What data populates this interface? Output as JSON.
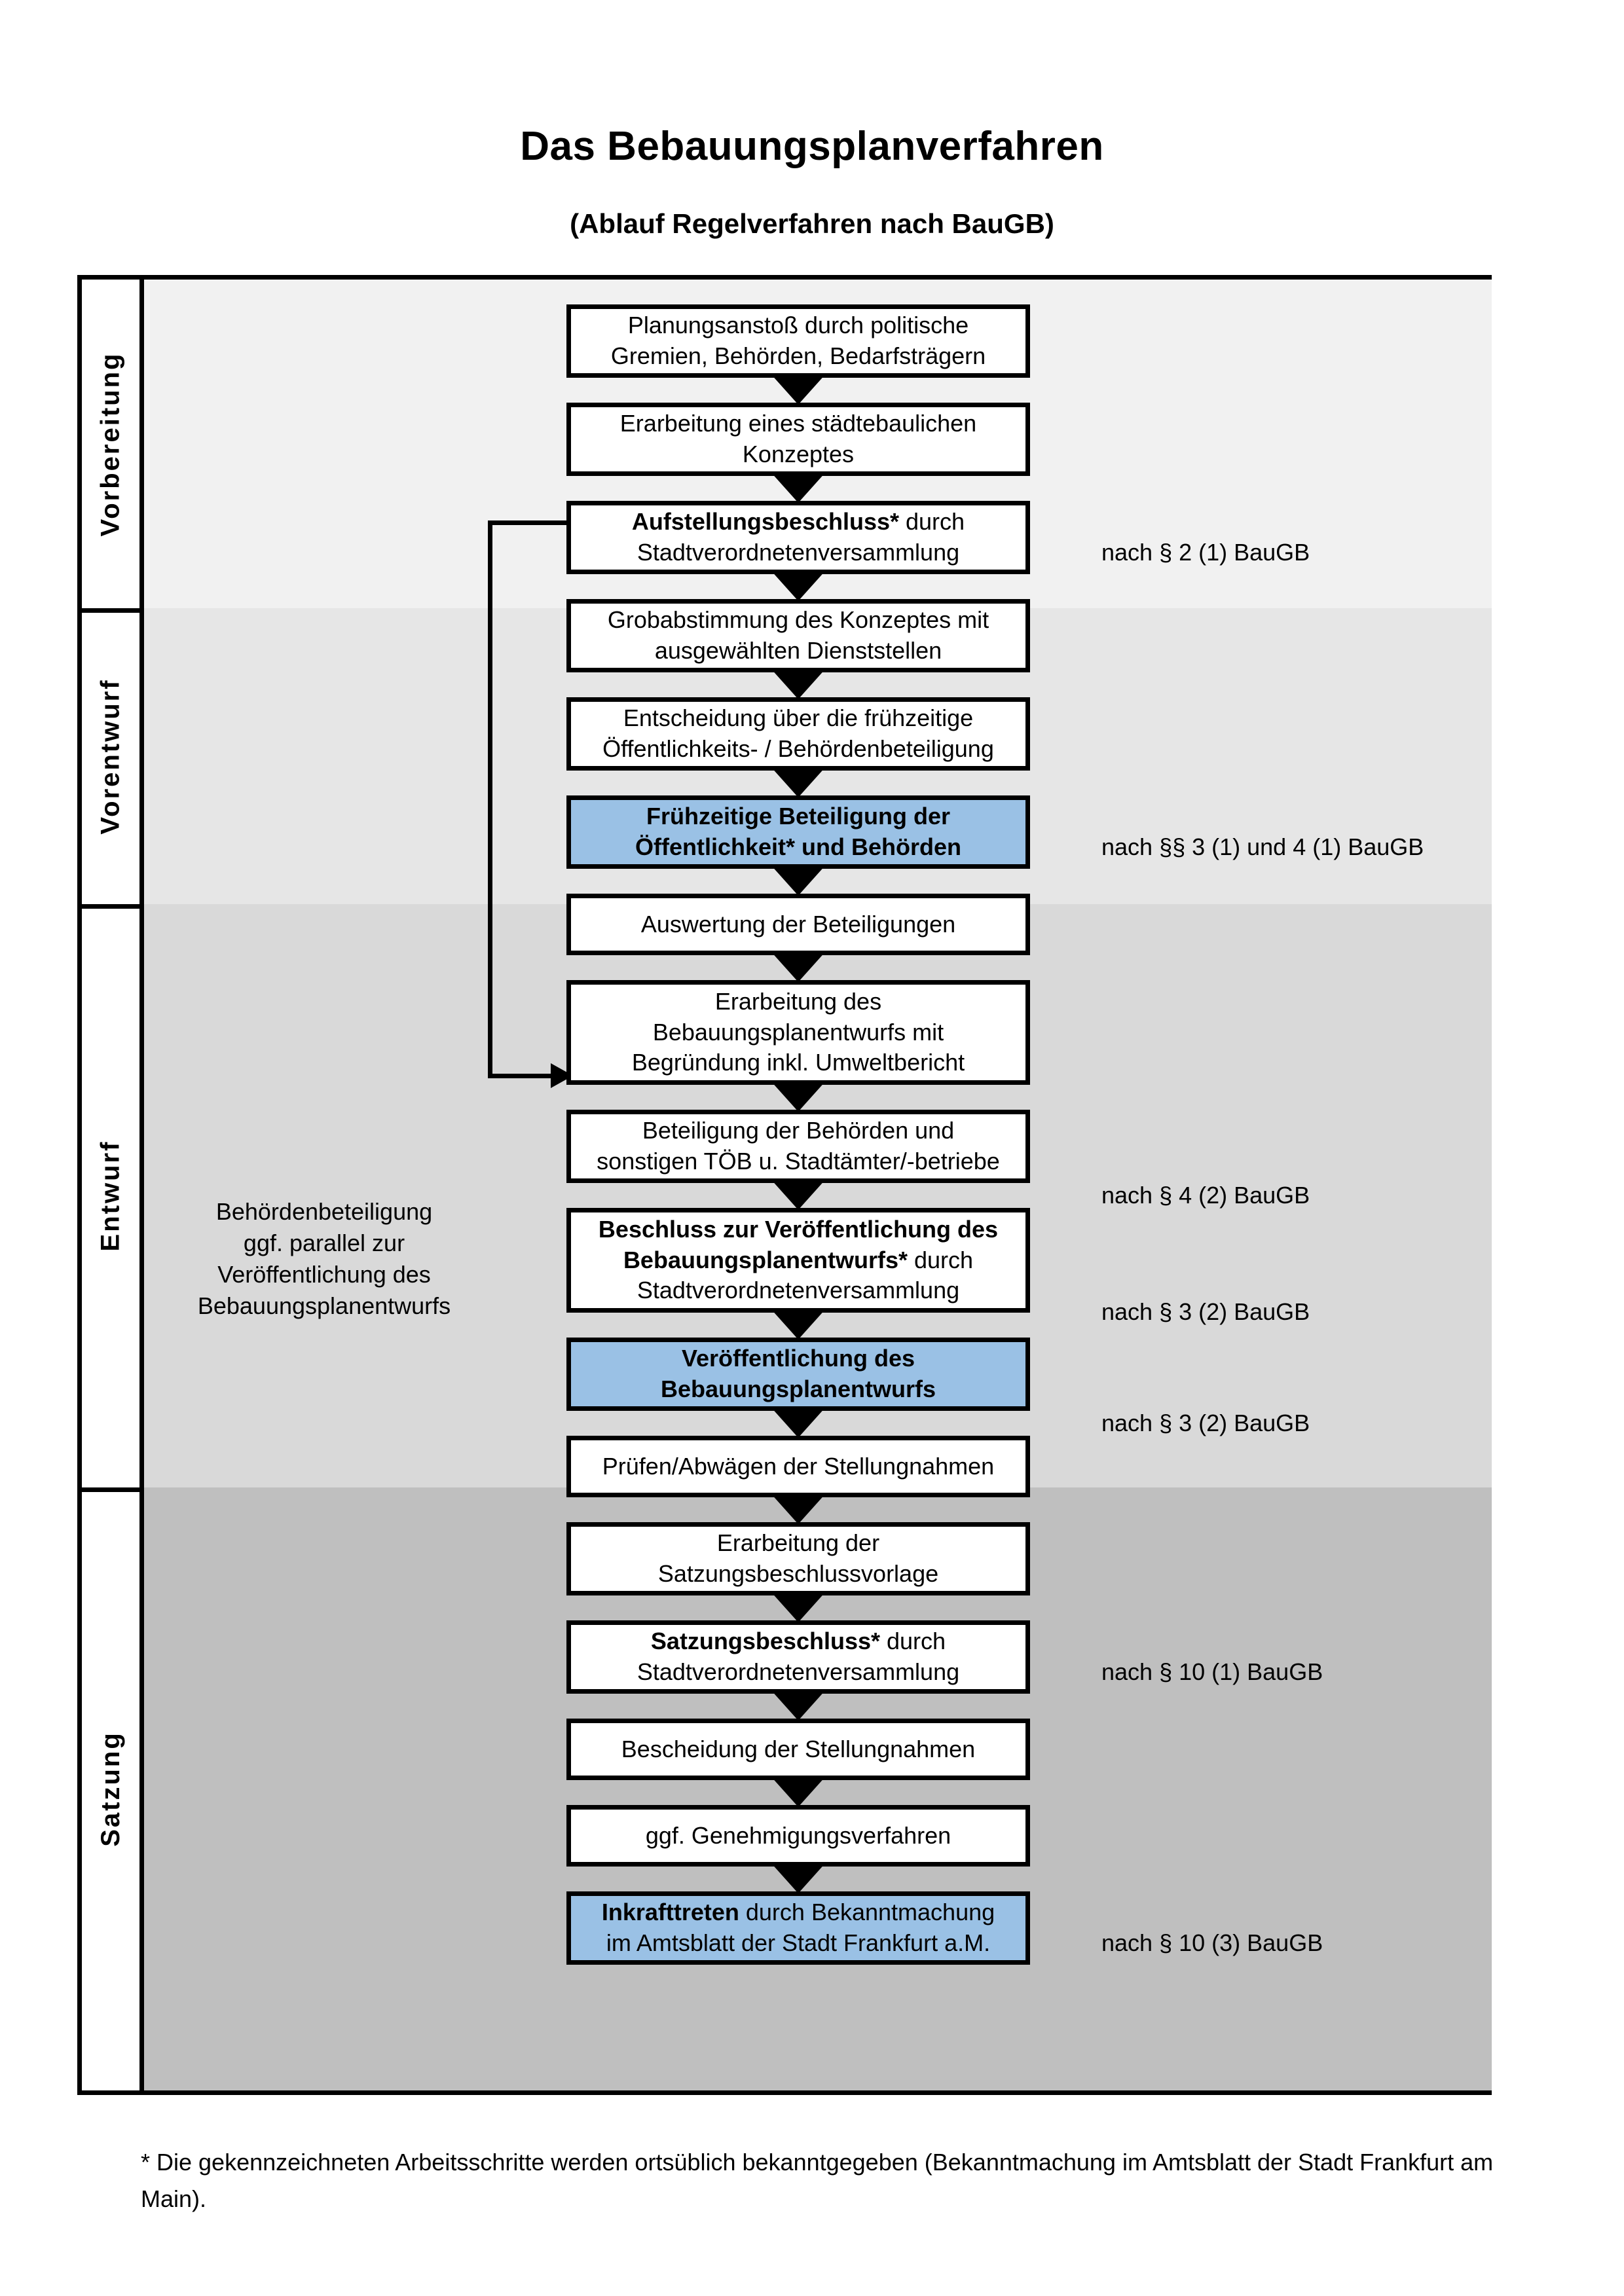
{
  "title": "Das Bebauungsplanverfahren",
  "subtitle": "(Ablauf Regelverfahren nach BauGB)",
  "colors": {
    "highlight_blue": "#9AC1E5",
    "band_vorbereitung": "#F1F1F1",
    "band_vorentwurf": "#E6E6E6",
    "band_entwurf": "#D9D9D9",
    "band_satzung": "#BFBFBF",
    "line": "#000000"
  },
  "phases": [
    {
      "id": "vorbereitung",
      "label": "Vorbereitung"
    },
    {
      "id": "vorentwurf",
      "label": "Vorentwurf"
    },
    {
      "id": "entwurf",
      "label": "Entwurf"
    },
    {
      "id": "satzung",
      "label": "Satzung"
    }
  ],
  "steps": [
    {
      "id": "step-1",
      "phase": "vorbereitung",
      "highlighted": false,
      "line1": "Planungsanstoß durch politische",
      "line1_bold": "",
      "line2": "Gremien, Behörden, Bedarfsträgern",
      "line3": ""
    },
    {
      "id": "step-2",
      "phase": "vorbereitung",
      "highlighted": false,
      "line1": "Erarbeitung eines städtebaulichen",
      "line1_bold": "",
      "line2": "Konzeptes",
      "line3": ""
    },
    {
      "id": "step-3",
      "phase": "vorbereitung",
      "highlighted": false,
      "line1_bold": "Aufstellungsbeschluss*",
      "line1": " durch",
      "line2": "Stadtverordnetenversammlung",
      "line3": ""
    },
    {
      "id": "step-4",
      "phase": "vorentwurf",
      "highlighted": false,
      "line1": "Grobabstimmung des Konzeptes mit",
      "line1_bold": "",
      "line2": "ausgewählten Dienststellen",
      "line3": ""
    },
    {
      "id": "step-5",
      "phase": "vorentwurf",
      "highlighted": false,
      "line1": "Entscheidung über die frühzeitige",
      "line1_bold": "",
      "line2": "Öffentlichkeits- / Behördenbeteiligung",
      "line3": ""
    },
    {
      "id": "step-6",
      "phase": "vorentwurf",
      "highlighted": true,
      "line1_bold": "Frühzeitige Beteiligung der",
      "line1": "",
      "line2_bold": "Öffentlichkeit* und Behörden",
      "line2": "",
      "line3": ""
    },
    {
      "id": "step-7",
      "phase": "entwurf",
      "highlighted": false,
      "line1": "Auswertung der Beteiligungen",
      "line1_bold": "",
      "line2": "",
      "line3": ""
    },
    {
      "id": "step-8",
      "phase": "entwurf",
      "highlighted": false,
      "line1": "Erarbeitung des",
      "line1_bold": "",
      "line2": "Bebauungsplanentwurfs mit",
      "line3": "Begründung inkl. Umweltbericht"
    },
    {
      "id": "step-9",
      "phase": "entwurf",
      "highlighted": false,
      "line1": "Beteiligung der Behörden und",
      "line1_bold": "",
      "line2": "sonstigen TÖB u. Stadtämter/-betriebe",
      "line3": ""
    },
    {
      "id": "step-10",
      "phase": "entwurf",
      "highlighted": false,
      "line1_bold": "Beschluss zur Veröffentlichung des",
      "line1": "",
      "line2_bold": "Bebauungsplanentwurfs*",
      "line2": " durch",
      "line3": "Stadtverordnetenversammlung"
    },
    {
      "id": "step-11",
      "phase": "entwurf",
      "highlighted": true,
      "line1_bold": "Veröffentlichung des",
      "line1": "",
      "line2_bold": "Bebauungsplanentwurfs",
      "line2": "",
      "line3": ""
    },
    {
      "id": "step-12",
      "phase": "satzung",
      "highlighted": false,
      "line1": "Prüfen/Abwägen der Stellungnahmen",
      "line1_bold": "",
      "line2": "",
      "line3": ""
    },
    {
      "id": "step-13",
      "phase": "satzung",
      "highlighted": false,
      "line1": "Erarbeitung der",
      "line1_bold": "",
      "line2": "Satzungsbeschlussvorlage",
      "line3": ""
    },
    {
      "id": "step-14",
      "phase": "satzung",
      "highlighted": false,
      "line1_bold": "Satzungsbeschluss*",
      "line1": " durch",
      "line2": "Stadtverordnetenversammlung",
      "line3": ""
    },
    {
      "id": "step-15",
      "phase": "satzung",
      "highlighted": false,
      "line1": "Bescheidung der Stellungnahmen",
      "line1_bold": "",
      "line2": "",
      "line3": ""
    },
    {
      "id": "step-16",
      "phase": "satzung",
      "highlighted": false,
      "line1": "ggf. Genehmigungsverfahren",
      "line1_bold": "",
      "line2": "",
      "line3": ""
    },
    {
      "id": "step-17",
      "phase": "satzung",
      "highlighted": true,
      "line1_bold": "Inkrafttreten",
      "line1": " durch Bekanntmachung",
      "line2": "im Amtsblatt der Stadt Frankfurt a.M.",
      "line3": ""
    }
  ],
  "law_notes": [
    {
      "id": "law-1",
      "text": "nach § 2 (1) BauGB",
      "for_step": "step-3"
    },
    {
      "id": "law-2",
      "text": "nach §§ 3 (1) und 4 (1) BauGB",
      "for_step": "step-6"
    },
    {
      "id": "law-3",
      "text": "nach § 4 (2) BauGB",
      "for_step": "step-9"
    },
    {
      "id": "law-4",
      "text": "nach § 3 (2) BauGB",
      "for_step": "step-10"
    },
    {
      "id": "law-5",
      "text": "nach § 3 (2) BauGB",
      "for_step": "step-11"
    },
    {
      "id": "law-6",
      "text": "nach § 10 (1) BauGB",
      "for_step": "step-14"
    },
    {
      "id": "law-7",
      "text": "nach § 10 (3) BauGB",
      "for_step": "step-17"
    }
  ],
  "parallel_note": {
    "line1": "Behördenbeteiligung",
    "line2": "ggf. parallel zur",
    "line3": "Veröffentlichung des",
    "line4": "Bebauungsplanentwurfs"
  },
  "footnote": "* Die gekennzeichneten Arbeitsschritte werden ortsüblich bekanntgegeben (Bekanntmachung im Amtsblatt  der Stadt Frankfurt am Main)."
}
